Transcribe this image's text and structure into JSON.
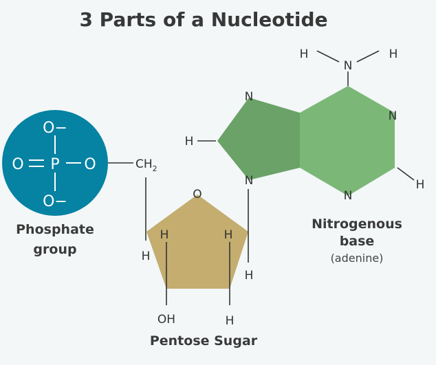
{
  "title": "3 Parts of a Nucleotide",
  "labels": {
    "phosphate_line1": "Phosphate",
    "phosphate_line2": "group",
    "base_line1": "Nitrogenous",
    "base_line2": "base",
    "base_sub": "(adenine)",
    "sugar": "Pentose Sugar"
  },
  "atoms": {
    "O": "O",
    "O_minus": "O−",
    "P": "P",
    "O_double": "O",
    "CH2_main": "CH",
    "CH2_sub": "2",
    "H": "H",
    "N": "N",
    "OH": "OH"
  },
  "colors": {
    "phosphate": "#0682a2",
    "sugar": "#c4ad6f",
    "base_dark": "#6aa267",
    "base_light": "#7bb877",
    "background": "#f3f7f8"
  }
}
